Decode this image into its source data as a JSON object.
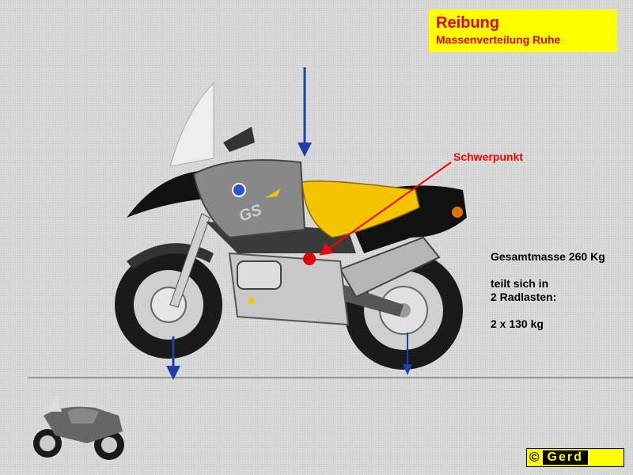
{
  "title": "Reibung",
  "subtitle": "Massenverteilung Ruhe",
  "cg_label": "Schwerpunkt",
  "info": {
    "line1": "Gesamtmasse 260 Kg",
    "line2": "teilt sich in",
    "line3": "2 Radlasten:",
    "line4": "2 x 130 kg"
  },
  "copyright": {
    "symbol": "©",
    "name": "Gerd"
  },
  "badge": "GS",
  "colors": {
    "title_bg": "#ffff00",
    "title_text": "#e00000",
    "arrow": "#1a3fa8",
    "cg": "#ff0000",
    "seat": "#f5c400",
    "tank": "#888888"
  }
}
